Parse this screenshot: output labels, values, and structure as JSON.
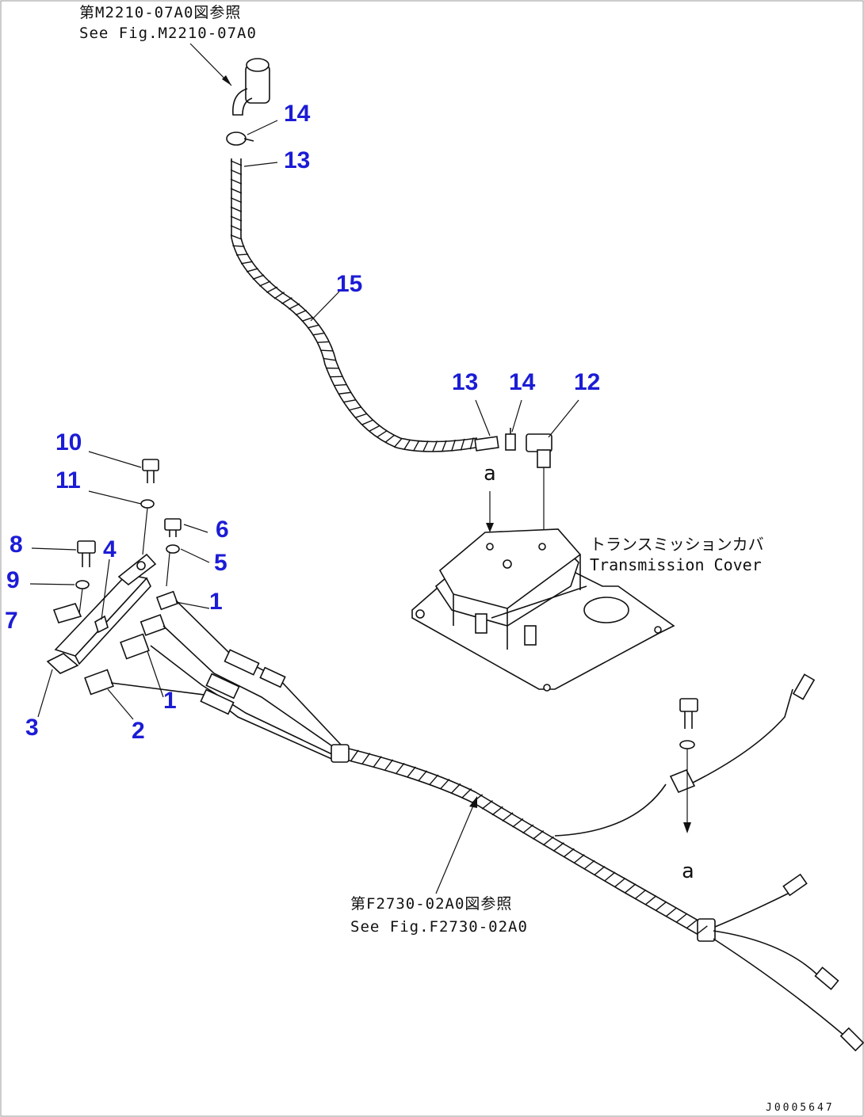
{
  "references": {
    "top_jp": "第M2210-07A0図参照",
    "top_en": "See Fig.M2210-07A0",
    "bottom_jp": "第F2730-02A0図参照",
    "bottom_en": "See Fig.F2730-02A0"
  },
  "labels": {
    "cover_jp": "トランスミッションカバ",
    "cover_en": "Transmission Cover",
    "a_top": "a",
    "a_bottom": "a"
  },
  "callouts": {
    "c14_top": "14",
    "c13_top": "13",
    "c15": "15",
    "c13_mid": "13",
    "c14_mid": "14",
    "c12": "12",
    "c10": "10",
    "c11": "11",
    "c6": "6",
    "c8": "8",
    "c4": "4",
    "c5": "5",
    "c9": "9",
    "c1_upper": "1",
    "c7": "7",
    "c1_lower": "1",
    "c3": "3",
    "c2": "2"
  },
  "drawing_number": "J0005647",
  "colors": {
    "callout": "#1c1cd6",
    "line": "#111111"
  }
}
